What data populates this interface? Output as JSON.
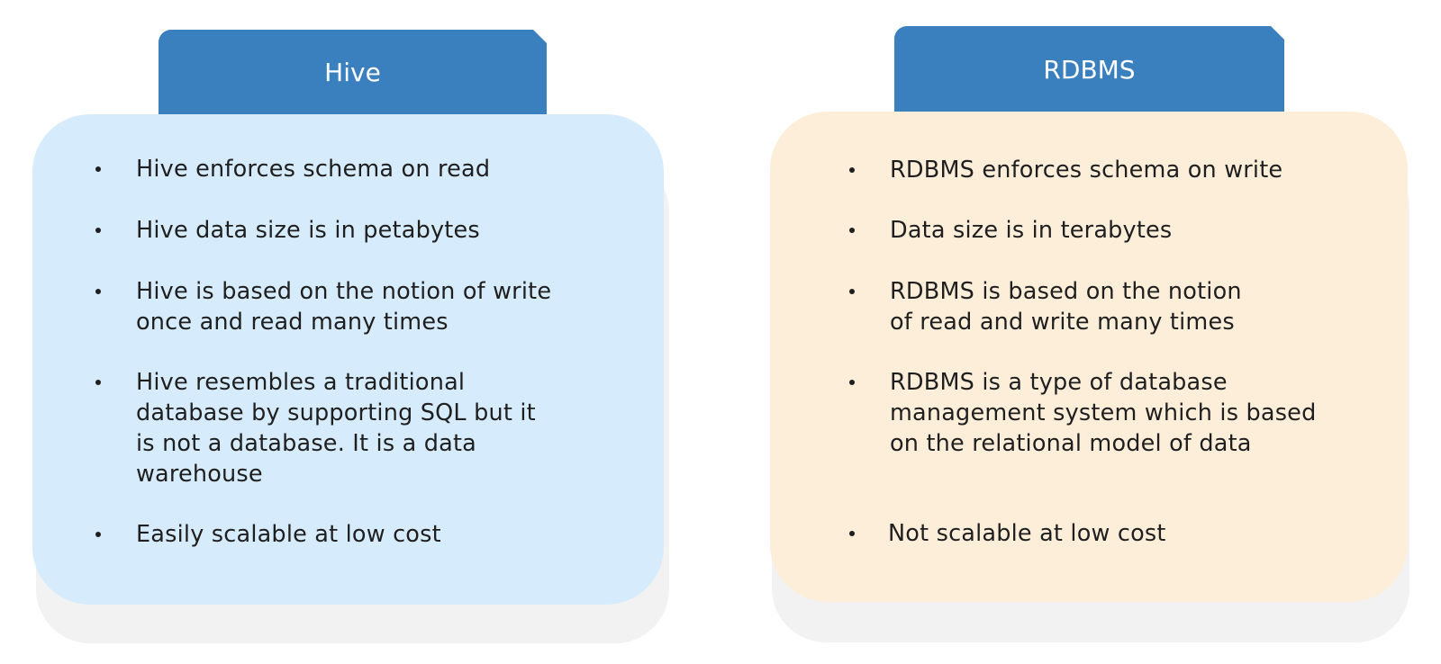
{
  "colors": {
    "tab": "#3a7fbe",
    "hive_panel": "#d6ebfb",
    "rdbms_panel": "#fdeeda",
    "shadow": "#f2f2f2",
    "text": "#1f1f1f"
  },
  "hive": {
    "title": "Hive",
    "items": [
      "Hive enforces schema on read",
      "Hive data size is in petabytes",
      "Hive is based on the notion of write\nonce and read many times",
      "Hive resembles a traditional\ndatabase by supporting SQL but it\nis not a database. It is a data\nwarehouse",
      "Easily scalable at low cost"
    ]
  },
  "rdbms": {
    "title": "RDBMS",
    "items": [
      "RDBMS enforces schema on write",
      "Data size is in terabytes",
      "RDBMS is based on the notion\nof read and write many times",
      "RDBMS is a type of database\nmanagement system which is based\non the relational model of data",
      "Not scalable at low cost"
    ]
  }
}
